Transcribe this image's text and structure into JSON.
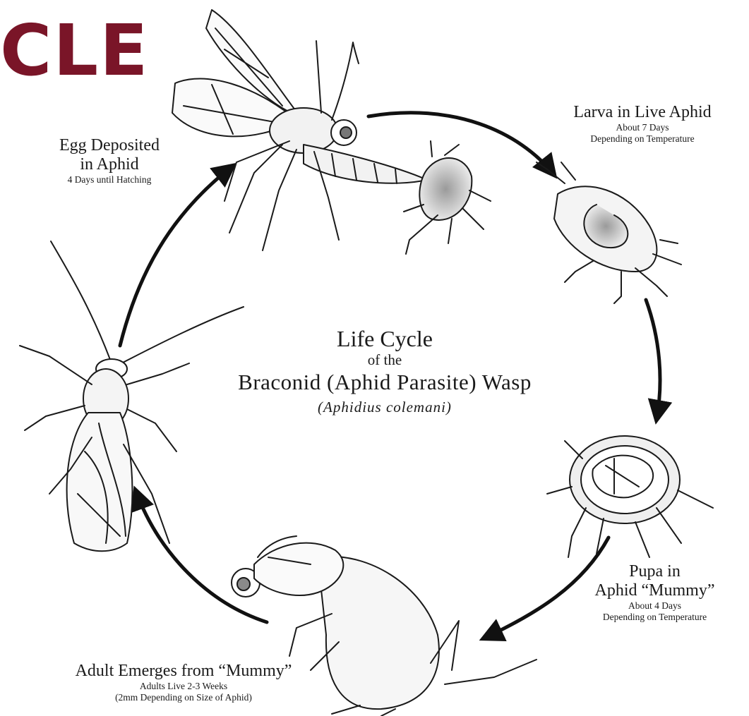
{
  "banner_text": "CLE",
  "title": {
    "line1": "Life Cycle",
    "line2": "of the",
    "line3": "Braconid (Aphid Parasite) Wasp",
    "species": "(Aphidius colemani)"
  },
  "stages": {
    "egg": {
      "title1": "Egg Deposited",
      "title2": "in Aphid",
      "detail1": "4 Days until Hatching"
    },
    "larva": {
      "title1": "Larva in Live Aphid",
      "detail1": "About 7 Days",
      "detail2": "Depending on Temperature"
    },
    "pupa": {
      "title1": "Pupa in",
      "title2": "Aphid “Mummy”",
      "detail1": "About 4 Days",
      "detail2": "Depending on Temperature"
    },
    "adult": {
      "title1": "Adult Emerges from “Mummy”",
      "detail1": "Adults Live 2-3 Weeks",
      "detail2": "(2mm Depending on Size of Aphid)"
    }
  },
  "colors": {
    "banner": "#7a1528",
    "ink": "#1a1a1a"
  }
}
